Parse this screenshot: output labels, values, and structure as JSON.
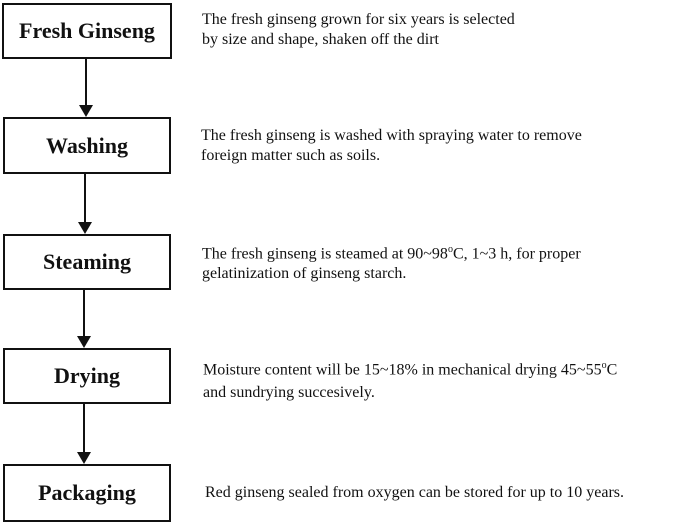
{
  "steps": [
    {
      "label": "Fresh Ginseng",
      "description": [
        "The fresh ginseng grown for six years is selected",
        "by size and shape, shaken off the dirt"
      ]
    },
    {
      "label": "Washing",
      "description": [
        "The fresh ginseng is washed with spraying water to remove",
        "foreign matter such as soils."
      ]
    },
    {
      "label": "Steaming",
      "description": [
        "The fresh ginseng is steamed at 90~98",
        "gelatinization of ginseng starch."
      ],
      "superscript": "o",
      "line1_suffix": "C, 1~3 h, for proper"
    },
    {
      "label": "Drying",
      "description": [
        "Moisture content will be 15~18% in mechanical drying 45~55",
        "and sundrying succesively."
      ],
      "superscript": "o",
      "line1_suffix": "C"
    },
    {
      "label": "Packaging",
      "description": [
        "Red ginseng sealed from oxygen can be stored for up to 10 years."
      ]
    }
  ]
}
